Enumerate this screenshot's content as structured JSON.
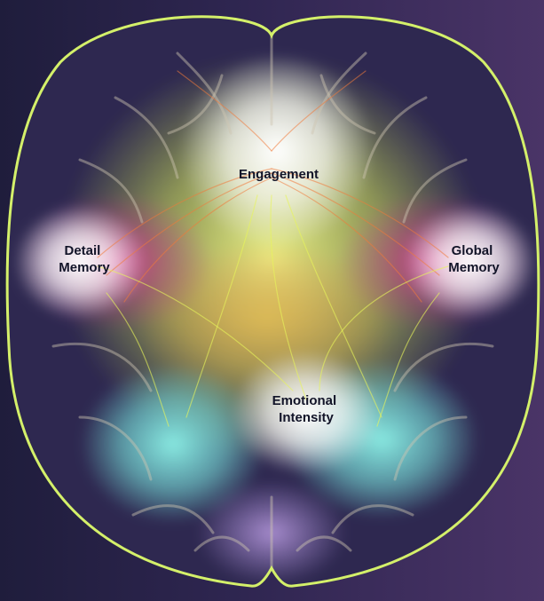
{
  "labels": {
    "engagement": "Engagement",
    "detail_memory": [
      "Detail",
      "Memory"
    ],
    "global_memory": [
      "Global",
      "Memory"
    ],
    "emotional_intensity": [
      "Emotional",
      "Intensity"
    ]
  },
  "colors": {
    "background_left": "#1f1d3c",
    "background_right": "#4a3467",
    "brain_fill": "#2e2850",
    "outline": "#d4f06a",
    "yellow_glow": "#e8f55a",
    "magenta_glow": "#e0308f",
    "cyan_glow": "#7ef0e6",
    "white_glow": "#ffffff",
    "violet_glow": "#b59ae6",
    "fiber": "#f07a3a"
  }
}
